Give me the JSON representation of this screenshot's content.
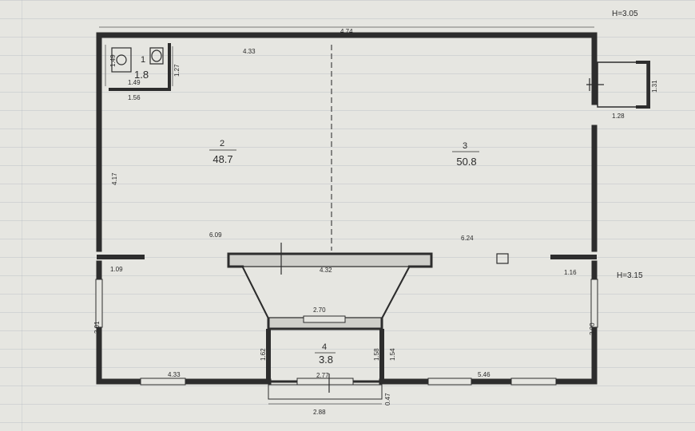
{
  "heights": {
    "top": "H=3.05",
    "right": "H=3.15"
  },
  "rooms": [
    {
      "number": "1",
      "area": "1.8"
    },
    {
      "number": "2",
      "area": "48.7"
    },
    {
      "number": "3",
      "area": "50.8"
    },
    {
      "number": "4",
      "area": "3.8"
    }
  ],
  "dims": {
    "top_overall": "4.74",
    "top_inner": "4.33",
    "bath_v_left": "1.49",
    "bath_v_right": "1.27",
    "bath_inner_w": "1.49",
    "bath_outer_w": "1.56",
    "left_upper": "4.17",
    "room2_w": "6.09",
    "room3_w": "6.24",
    "left_stub": "1.09",
    "right_stub": "1.16",
    "bay_top": "4.32",
    "bay_bottom": "2.70",
    "left_lower": "3.01",
    "right_lower": "3.00",
    "entry_left": "1.62",
    "entry_right_a": "1.58",
    "entry_right_b": "1.54",
    "bottom_left": "4.33",
    "bottom_mid": "2.77",
    "bottom_right": "5.46",
    "porch_w": "2.88",
    "porch_d": "0.47",
    "annex_w": "1.28",
    "annex_h": "1.31"
  }
}
